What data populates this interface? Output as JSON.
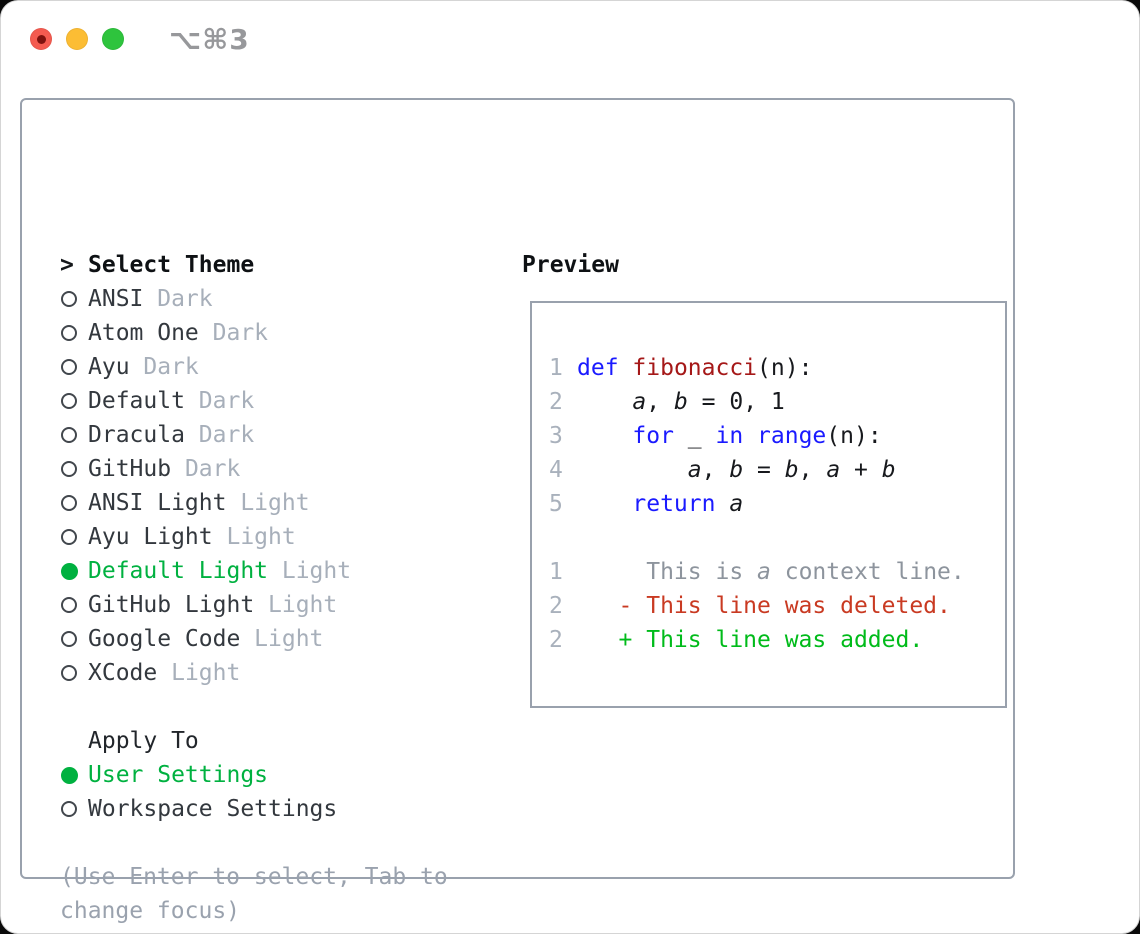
{
  "titlebar": {
    "shortcut": "⌥⌘3",
    "buttons": [
      "close",
      "minimize",
      "zoom"
    ]
  },
  "colors": {
    "accent_green": "#00b140",
    "keyword_blue": "#1a1aff",
    "function_red": "#a51818",
    "deleted_red": "#c93a22",
    "added_green": "#00bb1a",
    "muted_gray": "#a7afba",
    "border_gray": "#99a1ad",
    "traffic_red": "#f45b50",
    "traffic_yellow": "#fcbd34",
    "traffic_green": "#2ec43d"
  },
  "left_panel": {
    "header": {
      "prompt": ">",
      "label": "Select Theme"
    },
    "themes": [
      {
        "name": "ANSI",
        "variant": "Dark",
        "selected": false
      },
      {
        "name": "Atom One",
        "variant": "Dark",
        "selected": false
      },
      {
        "name": "Ayu",
        "variant": "Dark",
        "selected": false
      },
      {
        "name": "Default",
        "variant": "Dark",
        "selected": false
      },
      {
        "name": "Dracula",
        "variant": "Dark",
        "selected": false
      },
      {
        "name": "GitHub",
        "variant": "Dark",
        "selected": false
      },
      {
        "name": "ANSI Light",
        "variant": "Light",
        "selected": false
      },
      {
        "name": "Ayu Light",
        "variant": "Light",
        "selected": false
      },
      {
        "name": "Default Light",
        "variant": "Light",
        "selected": true
      },
      {
        "name": "GitHub Light",
        "variant": "Light",
        "selected": false
      },
      {
        "name": "Google Code",
        "variant": "Light",
        "selected": false
      },
      {
        "name": "XCode",
        "variant": "Light",
        "selected": false
      }
    ],
    "apply_to": {
      "header": "Apply To",
      "options": [
        {
          "name": "User Settings",
          "selected": true
        },
        {
          "name": "Workspace Settings",
          "selected": false
        }
      ]
    },
    "hint": "(Use Enter to select, Tab to change focus)"
  },
  "preview": {
    "header": "Preview",
    "lines": [
      {
        "num": "1",
        "segs": [
          {
            "t": "def",
            "c": "kw"
          },
          {
            "t": " ",
            "c": "pl"
          },
          {
            "t": "fibonacci",
            "c": "fn"
          },
          {
            "t": "(n):",
            "c": "pl"
          }
        ]
      },
      {
        "num": "2",
        "segs": [
          {
            "t": "    ",
            "c": "pl"
          },
          {
            "t": "a",
            "c": "v"
          },
          {
            "t": ", ",
            "c": "pl"
          },
          {
            "t": "b",
            "c": "v"
          },
          {
            "t": " = 0, 1",
            "c": "pl"
          }
        ]
      },
      {
        "num": "3",
        "segs": [
          {
            "t": "    ",
            "c": "pl"
          },
          {
            "t": "for",
            "c": "kw"
          },
          {
            "t": " _ ",
            "c": "pl"
          },
          {
            "t": "in",
            "c": "kw"
          },
          {
            "t": " ",
            "c": "pl"
          },
          {
            "t": "range",
            "c": "kw"
          },
          {
            "t": "(n):",
            "c": "pl"
          }
        ]
      },
      {
        "num": "4",
        "segs": [
          {
            "t": "        ",
            "c": "pl"
          },
          {
            "t": "a",
            "c": "v"
          },
          {
            "t": ", ",
            "c": "pl"
          },
          {
            "t": "b",
            "c": "v"
          },
          {
            "t": " = ",
            "c": "pl"
          },
          {
            "t": "b",
            "c": "v"
          },
          {
            "t": ", ",
            "c": "pl"
          },
          {
            "t": "a",
            "c": "v"
          },
          {
            "t": " + ",
            "c": "pl"
          },
          {
            "t": "b",
            "c": "v"
          }
        ]
      },
      {
        "num": "5",
        "segs": [
          {
            "t": "    ",
            "c": "pl"
          },
          {
            "t": "return",
            "c": "kw"
          },
          {
            "t": " ",
            "c": "pl"
          },
          {
            "t": "a",
            "c": "v"
          }
        ]
      },
      {
        "num": "",
        "segs": []
      },
      {
        "num": "1",
        "segs": [
          {
            "t": "     This is ",
            "c": "ctx"
          },
          {
            "t": "a",
            "c": "ctxi"
          },
          {
            "t": " context line.",
            "c": "ctx"
          }
        ]
      },
      {
        "num": "2",
        "segs": [
          {
            "t": "   - This line was deleted.",
            "c": "del"
          }
        ]
      },
      {
        "num": "2",
        "segs": [
          {
            "t": "   + This line was added.",
            "c": "add"
          }
        ]
      }
    ]
  }
}
